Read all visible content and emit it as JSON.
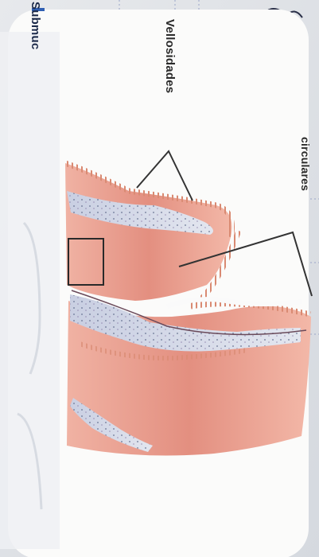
{
  "labels": {
    "vellosidades": "Vellosidades",
    "circulares": "circulares",
    "submucosa": "Submuc"
  },
  "colors": {
    "page_background": "#f3f3f1",
    "card_background": "#fbfbfa",
    "mucosa_pink": "#e79c8c",
    "submucosa_lilac": "#cfd6e8",
    "pen_blue": "#2f5fb3",
    "leader_line": "#333333"
  }
}
